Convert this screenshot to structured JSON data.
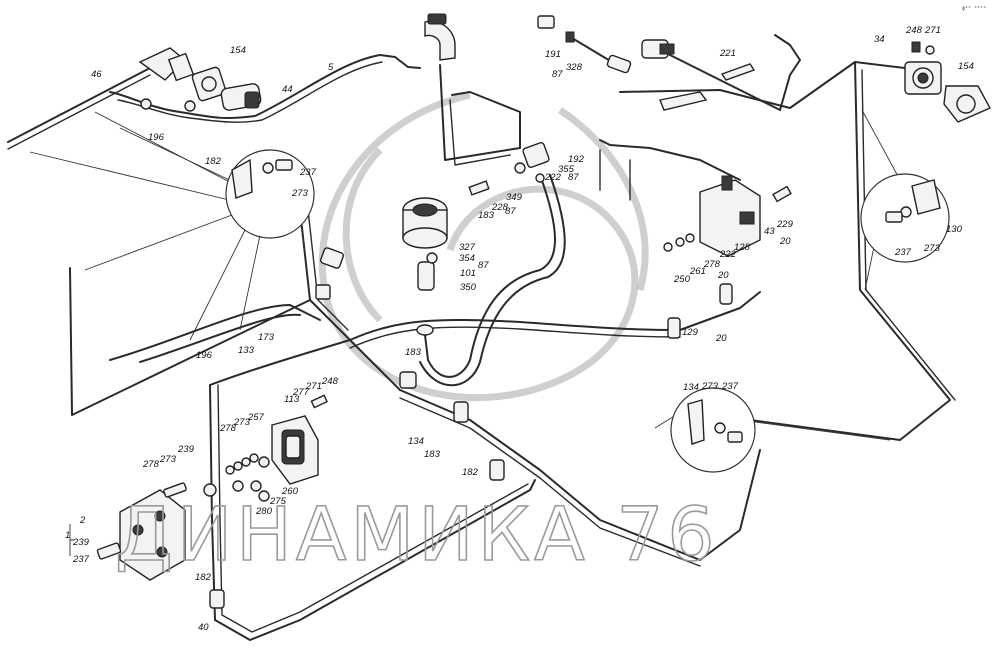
{
  "watermark": {
    "text": "ДИНАМИКА 76"
  },
  "corner_mark": "ф⁸⁰ ⁰⁰⁰⁰",
  "labels": [
    {
      "id": "l46",
      "text": "46"
    },
    {
      "id": "l154a",
      "text": "154"
    },
    {
      "id": "l196a",
      "text": "196"
    },
    {
      "id": "l44",
      "text": "44"
    },
    {
      "id": "l5",
      "text": "5"
    },
    {
      "id": "l191",
      "text": "191"
    },
    {
      "id": "l87a",
      "text": "87"
    },
    {
      "id": "l328",
      "text": "328"
    },
    {
      "id": "l221",
      "text": "221"
    },
    {
      "id": "l34",
      "text": "34"
    },
    {
      "id": "l248a",
      "text": "248"
    },
    {
      "id": "l271a",
      "text": "271"
    },
    {
      "id": "l154b",
      "text": "154"
    },
    {
      "id": "l182a",
      "text": "182"
    },
    {
      "id": "l237a",
      "text": "237"
    },
    {
      "id": "l273a",
      "text": "273"
    },
    {
      "id": "l192",
      "text": "192"
    },
    {
      "id": "l355a",
      "text": "355"
    },
    {
      "id": "l222a",
      "text": "222"
    },
    {
      "id": "l87b",
      "text": "87"
    },
    {
      "id": "l349",
      "text": "349"
    },
    {
      "id": "l228",
      "text": "228"
    },
    {
      "id": "l183a",
      "text": "183"
    },
    {
      "id": "l87c",
      "text": "87"
    },
    {
      "id": "l327",
      "text": "327"
    },
    {
      "id": "l354",
      "text": "354"
    },
    {
      "id": "l101",
      "text": "101"
    },
    {
      "id": "l350",
      "text": "350"
    },
    {
      "id": "l87d",
      "text": "87"
    },
    {
      "id": "l43",
      "text": "43"
    },
    {
      "id": "l229",
      "text": "229"
    },
    {
      "id": "l20a",
      "text": "20"
    },
    {
      "id": "l128",
      "text": "128"
    },
    {
      "id": "l222b",
      "text": "222"
    },
    {
      "id": "l278a",
      "text": "278"
    },
    {
      "id": "l261",
      "text": "261"
    },
    {
      "id": "l250",
      "text": "250"
    },
    {
      "id": "l20b",
      "text": "20"
    },
    {
      "id": "l130",
      "text": "130"
    },
    {
      "id": "l273b",
      "text": "273"
    },
    {
      "id": "l237b",
      "text": "237"
    },
    {
      "id": "l196b",
      "text": "196"
    },
    {
      "id": "l133",
      "text": "133"
    },
    {
      "id": "l173",
      "text": "173"
    },
    {
      "id": "l183b",
      "text": "183"
    },
    {
      "id": "l129",
      "text": "129"
    },
    {
      "id": "l20c",
      "text": "20"
    },
    {
      "id": "l113",
      "text": "113"
    },
    {
      "id": "l277",
      "text": "277"
    },
    {
      "id": "l271b",
      "text": "271"
    },
    {
      "id": "l248b",
      "text": "248"
    },
    {
      "id": "l134a",
      "text": "134"
    },
    {
      "id": "l183c",
      "text": "183"
    },
    {
      "id": "l182b",
      "text": "182"
    },
    {
      "id": "l134b",
      "text": "134"
    },
    {
      "id": "l273c",
      "text": "273"
    },
    {
      "id": "l237c",
      "text": "237"
    },
    {
      "id": "l278b",
      "text": "278"
    },
    {
      "id": "l273d",
      "text": "273"
    },
    {
      "id": "l239a",
      "text": "239"
    },
    {
      "id": "l278c",
      "text": "278"
    },
    {
      "id": "l273e",
      "text": "273"
    },
    {
      "id": "l257",
      "text": "257"
    },
    {
      "id": "l260",
      "text": "260"
    },
    {
      "id": "l275",
      "text": "275"
    },
    {
      "id": "l280",
      "text": "280"
    },
    {
      "id": "l1",
      "text": "1"
    },
    {
      "id": "l2",
      "text": "2"
    },
    {
      "id": "l239b",
      "text": "239"
    },
    {
      "id": "l237d",
      "text": "237"
    },
    {
      "id": "l182c",
      "text": "182"
    },
    {
      "id": "l40",
      "text": "40"
    }
  ]
}
